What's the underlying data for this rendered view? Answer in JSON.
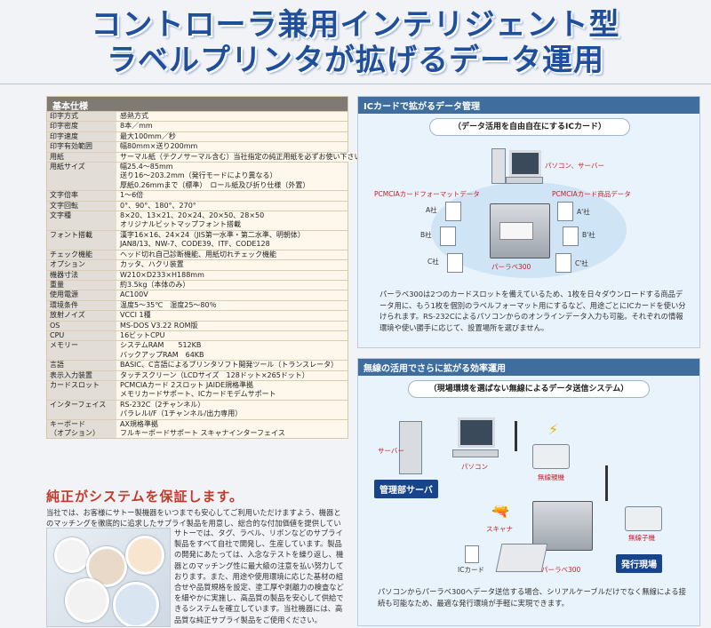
{
  "header": {
    "title_line1": "コントローラ兼用インテリジェント型",
    "title_line2": "ラベルプリンタが拡げるデータ運用"
  },
  "spec": {
    "heading": "基本仕様",
    "rows": [
      {
        "k": "印字方式",
        "v": "感熱方式"
      },
      {
        "k": "印字密度",
        "v": "8本／mm"
      },
      {
        "k": "印字速度",
        "v": "最大100mm／秒"
      },
      {
        "k": "印字有効範囲",
        "v": "幅80mm×送り200mm"
      },
      {
        "k": "用紙",
        "v": "サーマル紙（テクノサーマル含む）当社指定の純正用紙を必ずお使い下さい。"
      },
      {
        "k": "用紙サイズ",
        "v": "幅25.4〜85mm\n送り16〜203.2mm（発行モードにより異なる）\n厚紙0.26mmまで（標準）　ロール紙及び折り仕様（外置）"
      },
      {
        "k": "文字倍率",
        "v": "1〜6倍"
      },
      {
        "k": "文字回転",
        "v": "0°、90°、180°、270°"
      },
      {
        "k": "文字種",
        "v": "8×20、13×21、20×24、20×50、28×50\nオリジナルビットマップフォント搭載"
      },
      {
        "k": "フォント搭載",
        "v": "漢字16×16、24×24（JIS第一水準・第二水準、明朝体）\nJAN8/13、NW-7、CODE39、ITF、CODE128"
      },
      {
        "k": "チェック機能",
        "v": "ヘッド切れ自己診断機能、用紙切れチェック機能"
      },
      {
        "k": "オプション",
        "v": "カッタ、ハクリ装置"
      },
      {
        "k": "機器寸法",
        "v": "W210×D233×H188mm"
      },
      {
        "k": "重量",
        "v": "約3.5kg（本体のみ）"
      },
      {
        "k": "使用電源",
        "v": "AC100V"
      },
      {
        "k": "環境条件",
        "v": "温度5〜35℃　湿度25〜80％"
      },
      {
        "k": "放射ノイズ",
        "v": "VCCI 1種"
      },
      {
        "k": "OS",
        "v": "MS-DOS V3.22 ROM版"
      },
      {
        "k": "CPU",
        "v": "16ビットCPU"
      },
      {
        "k": "メモリー",
        "v": "システムRAM　　512KB\nバックアップRAM　64KB"
      },
      {
        "k": "言語",
        "v": "BASIC、C言語によるプリンタソフト開発ツール（トランスレータ）"
      },
      {
        "k": "表示入力装置",
        "v": "タッチスクリーン（LCDサイズ　128ドット×265ドット）"
      },
      {
        "k": "カードスロット",
        "v": "PCMCIAカード 2スロット JAIDE規格準拠\nメモリカードサポート、ICカードモデムサポート"
      },
      {
        "k": "インターフェイス",
        "v": "RS-232C（2チャンネル）\nパラレルI/F（1チャンネル/出力専用）"
      },
      {
        "k": "キーボード\n（オプション）",
        "v": "AX規格準拠\nフルキーボードサポート スキャナインターフェイス"
      }
    ]
  },
  "supply": {
    "heading": "純正がシステムを保証します。",
    "text_full": "当社では、お客様にサトー製機器をいつまでも安心してご利用いただけますよう、機器とのマッチングを徹底的に追求したサプライ製品を用意し、総合的な付加価値を提供しています。",
    "text_side": "サトーでは、タグ、ラベル、リボンなどのサプライ製品をすべて自社で開発し、生産しています。製品の開発にあたっては、入念なテストを繰り返し、機器とのマッチング性に最大級の注意を払い努力しております。また、用途や使用環境に応じた基材の組合せや品質規格を設定、塗工厚や剥離力の検査などを細やかに実施し、高品質の製品を安心して供給できるシステムを確立しています。当社機器には、高品質な純正サプライ製品をご使用ください。"
  },
  "ic_panel": {
    "heading": "ICカードで拡がるデータ管理",
    "bubble": "（データ活用を自由自在にするICカード）",
    "pc_label": "パソコン、サーバー",
    "format_label": "PCMCIAカードフォーマットデータ",
    "product_label": "PCMCIAカード商品データ",
    "companies_left": [
      "A社",
      "B社",
      "C社"
    ],
    "companies_right": [
      "A'社",
      "B'社",
      "C'社"
    ],
    "printer_label": "パーラベ300",
    "text": "パーラベ300は2つのカードスロットを備えているため、1枚を日々ダウンロードする商品データ用に、もう1枚を個別のラベルフォーマット用にするなど、用途ごとにICカードを使い分けられます。RS-232Cによるパソコンからのオンラインデータ入力も可能。それぞれの情報環境や使い勝手に応じて、設置場所を選びません。"
  },
  "wireless_panel": {
    "heading": "無線の活用でさらに拡がる効率運用",
    "bubble": "（現場環境を選ばない無線によるデータ送信システム）",
    "server_label": "サーバー",
    "pc_label": "パソコン",
    "parent_label": "無線親機",
    "child_label": "無線子機",
    "scanner_label": "スキャナ",
    "iccard_label": "ICカード",
    "printer_label": "パーラベ300",
    "tag_left": "管理部サーバ",
    "tag_right": "発行現場",
    "text": "パソコンからパーラベ300へデータ送信する場合、シリアルケーブルだけでなく無線による接続も可能なため、最適な発行環境が手軽に実現できます。"
  }
}
